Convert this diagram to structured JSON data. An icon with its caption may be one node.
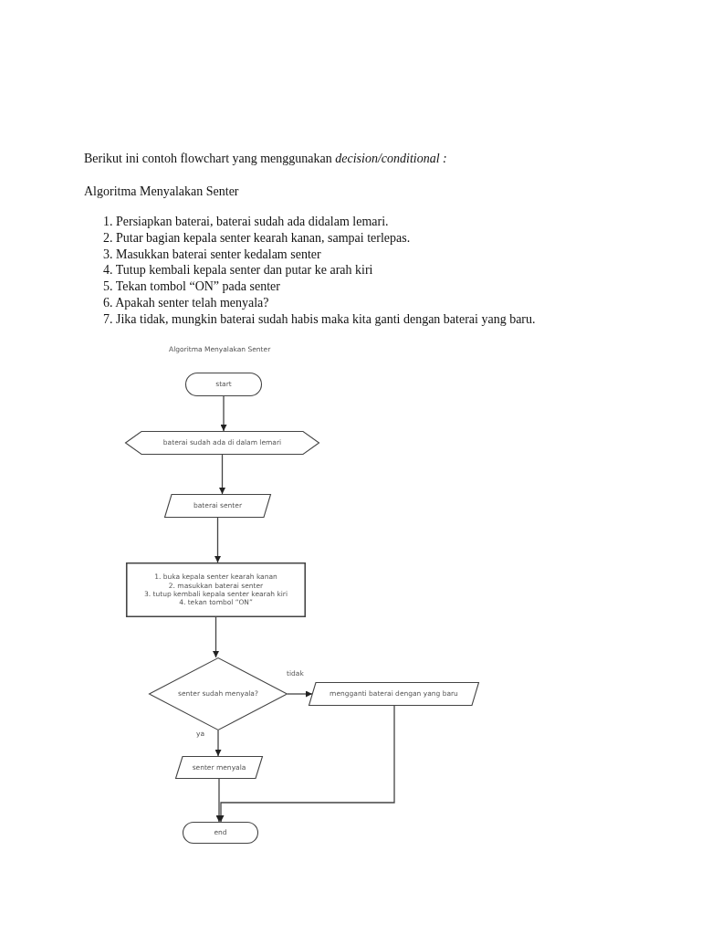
{
  "diagram": {
    "title": "Algoritma Menyalakan Senter",
    "nodes": [
      {
        "text": [
          "start"
        ]
      },
      {
        "text": [
          "baterai sudah ada di dalam lemari"
        ]
      },
      {
        "text": [
          "baterai senter"
        ]
      },
      {
        "text": [
          "1. buka kepala senter kearah kanan",
          "2. masukkan baterai senter",
          "3. tutup kembali kepala senter kearah kiri",
          "4. tekan tombol “ON”"
        ]
      },
      {
        "text": [
          "senter sudah menyala?"
        ]
      },
      {
        "text": [
          "mengganti baterai dengan yang baru"
        ]
      },
      {
        "text": [
          "senter menyala"
        ]
      },
      {
        "text": [
          "end"
        ]
      }
    ],
    "edges": [
      {
        "from": 0,
        "to": 1,
        "arrow": "to"
      },
      {
        "from": 1,
        "to": 2,
        "arrow": "to"
      },
      {
        "from": 2,
        "to": 3,
        "arrow": "to"
      },
      {
        "from": 3,
        "to": 4,
        "arrow": "to"
      },
      {
        "from": 4,
        "to": 5,
        "arrow": "to",
        "label": "tidak"
      },
      {
        "from": 4,
        "to": 6,
        "arrow": "to",
        "label": "ya"
      },
      {
        "from": 6,
        "to": 7,
        "arrow": "to"
      },
      {
        "from": 5,
        "to": 7,
        "arrow": "to"
      }
    ],
    "labels": [
      "Berikut ini contoh flowchart yang menggunakan *decision/conditional :*",
      "Algoritma Menyalakan Senter",
      "1. Persiapkan baterai, baterai sudah ada didalam lemari.",
      "2. Putar bagian kepala senter kearah kanan, sampai terlepas.",
      "3. Masukkan baterai senter kedalam senter",
      "4. Tutup kembali kepala senter dan putar ke arah kiri",
      "5. Tekan tombol “ON” pada senter",
      "6. Apakah senter telah menyala?",
      "7. Jika tidak, mungkin baterai sudah habis maka kita ganti dengan baterai yang baru."
    ]
  }
}
